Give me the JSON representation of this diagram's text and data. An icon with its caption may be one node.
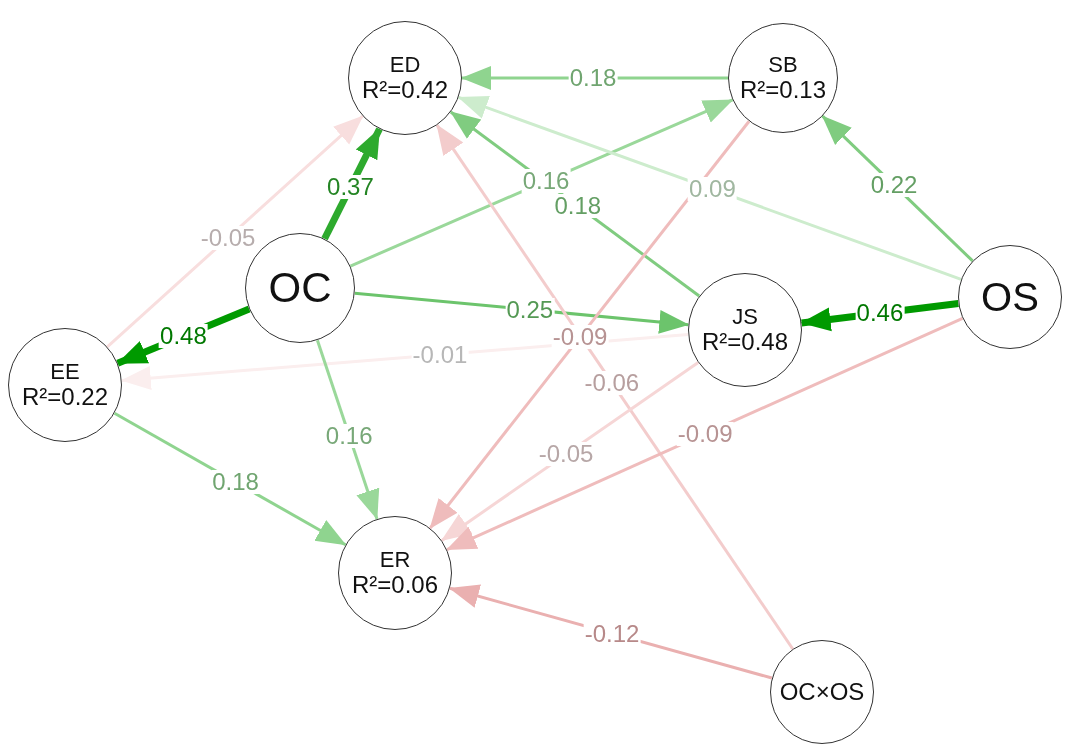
{
  "diagram": {
    "nodes": [
      {
        "text": [
          "ED",
          "R²=0.42"
        ]
      },
      {
        "text": [
          "SB",
          "R²=0.13"
        ]
      },
      {
        "text": [
          "OC"
        ]
      },
      {
        "text": [
          "JS",
          "R²=0.48"
        ]
      },
      {
        "text": [
          "OS"
        ]
      },
      {
        "text": [
          "EE",
          "R²=0.22"
        ]
      },
      {
        "text": [
          "ER",
          "R²=0.06"
        ]
      },
      {
        "text": [
          "OC×OS"
        ]
      }
    ],
    "edges": [
      {
        "from": 1,
        "to": 0,
        "arrow": "to",
        "label": "0.18",
        "color": "#8fd48f"
      },
      {
        "from": 2,
        "to": 0,
        "arrow": "to",
        "label": "0.37",
        "color": "#2eaa2e",
        "style": "thick"
      },
      {
        "from": 2,
        "to": 1,
        "arrow": "to",
        "label": "0.16",
        "color": "#9ad89a"
      },
      {
        "from": 4,
        "to": 1,
        "arrow": "to",
        "label": "0.22",
        "color": "#80cc80"
      },
      {
        "from": 4,
        "to": 0,
        "arrow": "to",
        "label": "0.09",
        "color": "#cdeccd"
      },
      {
        "from": 3,
        "to": 0,
        "arrow": "to",
        "label": "0.18",
        "color": "#80cc80"
      },
      {
        "from": 2,
        "to": 3,
        "arrow": "to",
        "label": "0.25",
        "color": "#6cc46c"
      },
      {
        "from": 4,
        "to": 3,
        "arrow": "to",
        "label": "0.46",
        "color": "#009a00",
        "style": "thick"
      },
      {
        "from": 2,
        "to": 5,
        "arrow": "to",
        "label": "0.48",
        "color": "#009a00",
        "style": "thick"
      },
      {
        "from": 5,
        "to": 0,
        "arrow": "to",
        "label": "-0.05",
        "color": "#f8dede"
      },
      {
        "from": 3,
        "to": 5,
        "arrow": "to",
        "label": "-0.01",
        "color": "#fbeeee"
      },
      {
        "from": 2,
        "to": 6,
        "arrow": "to",
        "label": "0.16",
        "color": "#9ad89a"
      },
      {
        "from": 5,
        "to": 6,
        "arrow": "to",
        "label": "0.18",
        "color": "#8fd48f"
      },
      {
        "from": 1,
        "to": 6,
        "arrow": "to",
        "label": "-0.09",
        "color": "#efbcbc"
      },
      {
        "from": 7,
        "to": 0,
        "arrow": "to",
        "label": "-0.06",
        "color": "#f3cccc"
      },
      {
        "from": 3,
        "to": 6,
        "arrow": "to",
        "label": "-0.05",
        "color": "#f6d6d6"
      },
      {
        "from": 4,
        "to": 6,
        "arrow": "to",
        "label": "-0.09",
        "color": "#efbcbc"
      },
      {
        "from": 7,
        "to": 6,
        "arrow": "to",
        "label": "-0.12",
        "color": "#eab0b0"
      }
    ]
  }
}
